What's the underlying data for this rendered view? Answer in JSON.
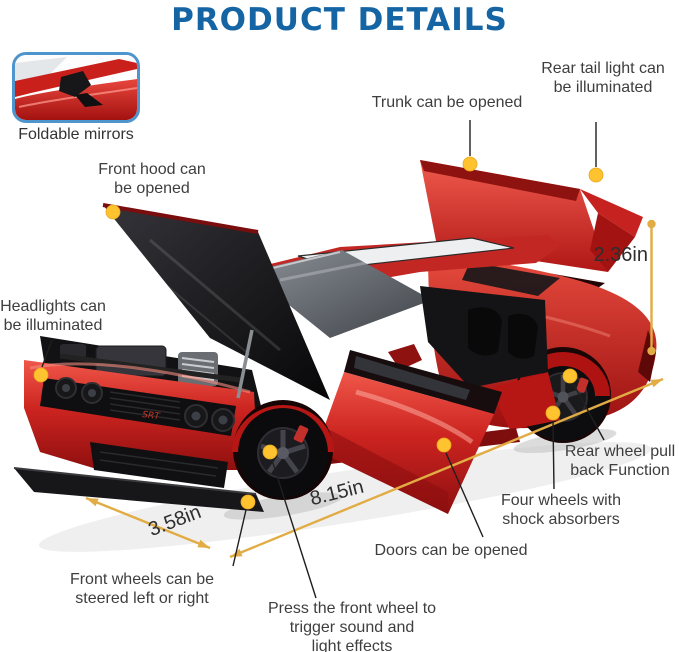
{
  "page": {
    "title": "PRODUCT DETAILS"
  },
  "inset": {
    "label": "Foldable mirrors"
  },
  "car": {
    "badge": "SRT"
  },
  "callouts": [
    {
      "id": "trunk",
      "lines": [
        "Trunk can be opened"
      ]
    },
    {
      "id": "tail-light",
      "lines": [
        "Rear tail light can",
        "be illuminated"
      ]
    },
    {
      "id": "front-hood",
      "lines": [
        "Front hood can",
        "be opened"
      ]
    },
    {
      "id": "headlights",
      "lines": [
        "Headlights can",
        "be illuminated"
      ]
    },
    {
      "id": "rear-wheel-pullback",
      "lines": [
        "Rear wheel pull",
        "back Function"
      ]
    },
    {
      "id": "shock-absorbers",
      "lines": [
        "Four wheels with",
        "shock absorbers"
      ]
    },
    {
      "id": "doors",
      "lines": [
        "Doors can be opened"
      ]
    },
    {
      "id": "front-wheel-steer",
      "lines": [
        "Front wheels can be",
        "steered left or right"
      ]
    },
    {
      "id": "front-wheel-sound",
      "lines": [
        "Press the front wheel to",
        "trigger sound and",
        "light effects"
      ]
    }
  ],
  "dimensions": {
    "height": "2.36in",
    "length": "8.15in",
    "width": "3.58in"
  },
  "colors": {
    "title_blue": "#1565A5",
    "label_gray": "#3e3e3e",
    "callout_dot_yellow": "#FFC32F",
    "dimension_gold": "#E2AC44",
    "callout_line_black": "#1f1f1f",
    "inset_border_blue": "#4E95CE",
    "car_red": "#C82420"
  }
}
